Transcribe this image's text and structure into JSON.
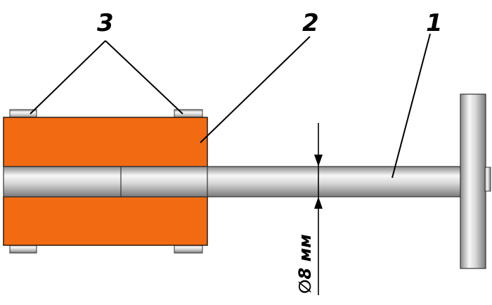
{
  "callouts": {
    "shaft": "1",
    "block": "2",
    "pads": "3"
  },
  "dimension": {
    "label": "∅8 мм"
  },
  "colors": {
    "block": "#f26b12",
    "block_edge": "#2a1a10",
    "steel_light": "#f4f4f4",
    "steel_mid": "#c9c9c9",
    "steel_dark": "#6f6f6f",
    "line": "#000000"
  }
}
